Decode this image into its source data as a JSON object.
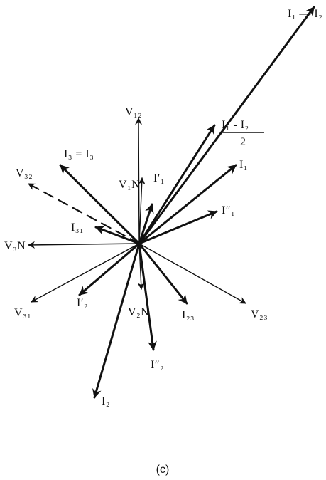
{
  "caption": "(c)",
  "vectors": [
    {
      "id": "I1-I2",
      "label": "I₁ — I₂",
      "style": "thick"
    },
    {
      "id": "I1-I2-half",
      "label_top": "I₁ - I₂",
      "label_bottom": "2",
      "style": "thick"
    },
    {
      "id": "I1",
      "label": "I₁",
      "style": "thick"
    },
    {
      "id": "I1pp",
      "label": "I″₁",
      "style": "thick"
    },
    {
      "id": "I1p",
      "label": "I′₁",
      "style": "thick"
    },
    {
      "id": "V12",
      "label": "V₁₂",
      "style": "thin"
    },
    {
      "id": "V1N",
      "label": "V₁N",
      "style": "thin"
    },
    {
      "id": "I3",
      "label": "I₃ = I₃",
      "style": "thick"
    },
    {
      "id": "V32",
      "label": "V₃₂",
      "style": "dashed"
    },
    {
      "id": "I31",
      "label": "I₃₁",
      "style": "thick"
    },
    {
      "id": "V3N",
      "label": "V₃N",
      "style": "thin"
    },
    {
      "id": "V31",
      "label": "V₃₁",
      "style": "thin"
    },
    {
      "id": "I2p",
      "label": "I′₂",
      "style": "thick"
    },
    {
      "id": "V2N",
      "label": "V₂N",
      "style": "thin"
    },
    {
      "id": "I23",
      "label": "I₂₃",
      "style": "thick"
    },
    {
      "id": "V23",
      "label": "V₂₃",
      "style": "thin"
    },
    {
      "id": "I2pp",
      "label": "I″₂",
      "style": "thick"
    },
    {
      "id": "I2",
      "label": "I₂",
      "style": "thick"
    }
  ]
}
